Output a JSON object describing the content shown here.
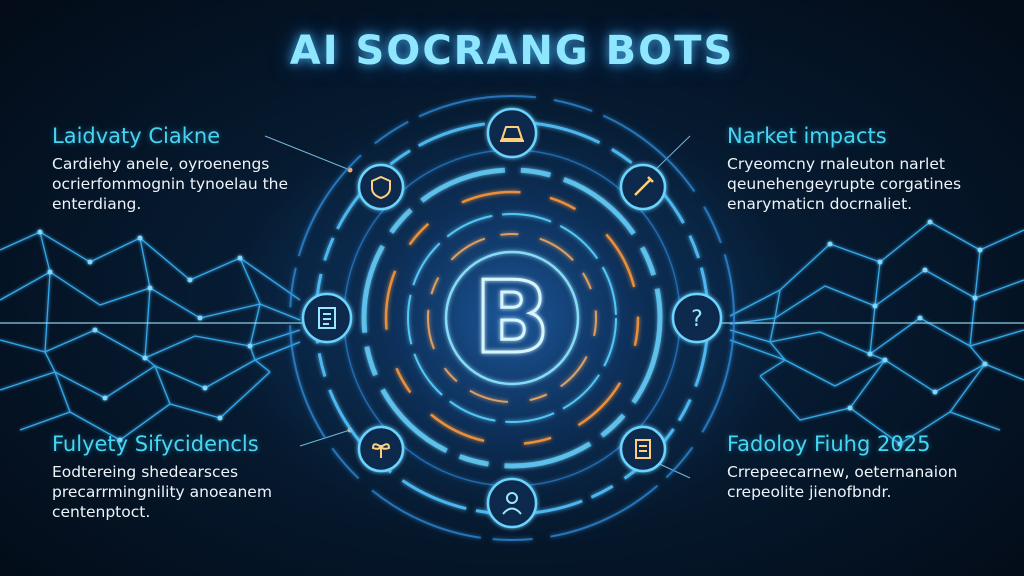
{
  "title": "AI SOCRANG BOTS",
  "panels": {
    "top_left": {
      "heading": "Laidvaty Ciakne",
      "lines": [
        "Cardiehy anele, oyroenengs",
        "ocrierfommognin tynoelau the",
        "enterdiang."
      ]
    },
    "top_right": {
      "heading": "Narket impacts",
      "lines": [
        "Cryeomcny rnaleuton narlet",
        "qeunehengeyrupte corgatines",
        "enarymaticn docrnaliet."
      ]
    },
    "bottom_left": {
      "heading": "Fulyety Sifycidencls",
      "lines": [
        "Eodtereing shedearsces",
        "precarrmingnility anoeanem",
        "centenptoct."
      ]
    },
    "bottom_right": {
      "heading": "Fadoloy Fiuhg 2025",
      "lines": [
        "Crrepeecarnew, oeternanaion",
        "crepeolite jienofbndr."
      ]
    }
  },
  "hub": {
    "center_symbol": "B",
    "icons": [
      "hat-icon",
      "pen-icon",
      "question-icon",
      "clipboard-icon",
      "person-icon",
      "plant-icon",
      "document-icon",
      "shield-icon"
    ]
  },
  "colors": {
    "accent_cyan": "#47d6f2",
    "glow_orange": "#ff9a3c",
    "background": "#061a30",
    "text": "#eef4fb"
  }
}
